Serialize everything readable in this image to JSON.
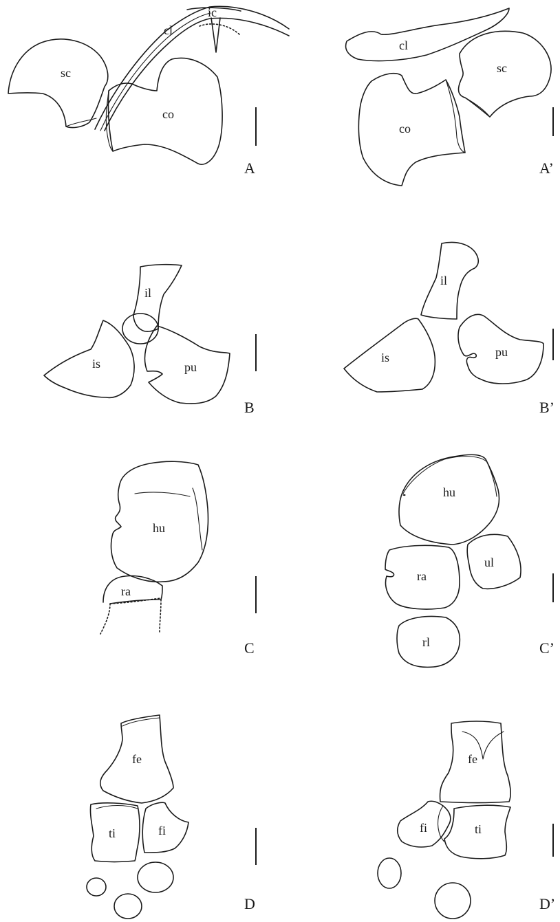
{
  "panels": {
    "A": {
      "letter": "A",
      "sc": "sc",
      "co": "co",
      "cl": "cl",
      "ic": "ic"
    },
    "A2": {
      "letter": "A’",
      "sc": "sc",
      "co": "co",
      "cl": "cl"
    },
    "B": {
      "letter": "B",
      "il": "il",
      "is": "is",
      "pu": "pu"
    },
    "B2": {
      "letter": "B’",
      "il": "il",
      "is": "is",
      "pu": "pu"
    },
    "C": {
      "letter": "C",
      "hu": "hu",
      "ra": "ra"
    },
    "C2": {
      "letter": "C’",
      "hu": "hu",
      "ra": "ra",
      "ul": "ul",
      "rl": "rl"
    },
    "D": {
      "letter": "D",
      "fe": "fe",
      "ti": "ti",
      "fi": "fi"
    },
    "D2": {
      "letter": "D’",
      "fe": "fe",
      "ti": "ti",
      "fi": "fi"
    }
  },
  "colors": {
    "ink": "#1a1a1a",
    "background": "#ffffff"
  }
}
